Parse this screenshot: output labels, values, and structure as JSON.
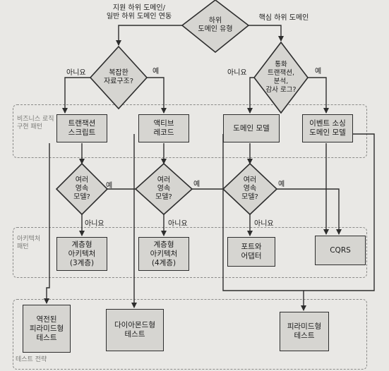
{
  "top_labels": {
    "left": "지원 하위 도메인/\n일반 하위 도메인 연동",
    "right": "핵심 하위 도메인"
  },
  "decisions": {
    "subdomain_type": "하위\n도메인 유형",
    "complex_data": "복잡한\n자료구조?",
    "audit": "통화\n트랜잭션,\n분석,\n감사 로그?",
    "persist_1": "여러\n영속\n모델?",
    "persist_2": "여러\n영속\n모델?",
    "persist_3": "여러\n영속\n모델?"
  },
  "edge_labels": {
    "no_left": "아니요",
    "yes_left": "예",
    "no_right": "아니요",
    "yes_right": "예",
    "yes_p1": "예",
    "no_p1": "아니요",
    "yes_p2": "예",
    "no_p2": "아니요",
    "yes_p3": "예",
    "no_p3": "아니요"
  },
  "zones": {
    "business_logic": "비즈니스 로직\n구현 패턴",
    "architecture": "아키텍처\n패턴",
    "testing": "테스트 전략"
  },
  "boxes": {
    "transaction_script": "트랜잭션\n스크립트",
    "active_record": "액티브\n레코드",
    "domain_model": "도메인 모델",
    "event_sourcing": "이벤트 소싱\n도메인 모델",
    "layered_3": "계층형\n아키텍처\n(3계층)",
    "layered_4": "계층형\n아키텍처\n(4계층)",
    "ports_adapters": "포트와\n어댑터",
    "cqrs": "CQRS",
    "reverse_pyramid": "역전된\n피라미드형\n테스트",
    "diamond": "다이아몬드형\n테스트",
    "pyramid": "피라미드형\n테스트"
  },
  "colors": {
    "shape_fill": "#d6d5d1",
    "stroke": "#2d2d2d",
    "background": "#e9e8e5",
    "zone_border": "#8a8a88"
  }
}
